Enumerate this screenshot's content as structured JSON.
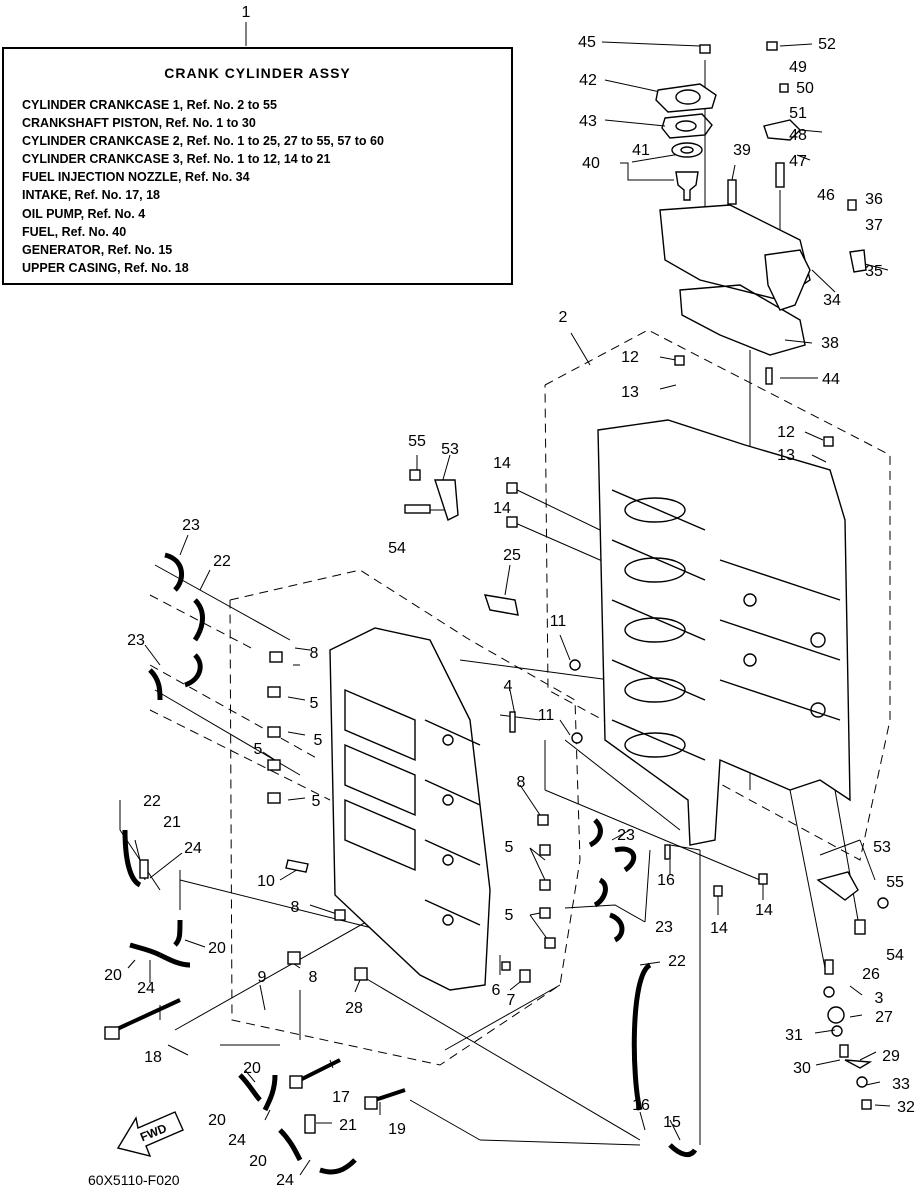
{
  "diagram": {
    "assembly_callout": "1",
    "drawing_code": "60X5110-F020",
    "fwd_label": "FWD"
  },
  "legend": {
    "title": "CRANK  CYLINDER ASSY",
    "lines": [
      "CYLINDER CRANKCASE 1, Ref. No. 2 to 55",
      "CRANKSHAFT PISTON,  Ref. No. 1 to 30",
      "CYLINDER CRANKCASE 2, Ref. No. 1 to 25, 27 to 55, 57 to 60",
      "CYLINDER CRANKCASE 3, Ref. No. 1 to 12, 14 to 21",
      "FUEL INJECTION NOZZLE, Ref. No. 34",
      "INTAKE,  Ref. No. 17, 18",
      "OIL PUMP,  Ref. No. 4",
      "FUEL,  Ref. No. 40",
      "GENERATOR,  Ref. No. 15",
      "UPPER CASING,  Ref. No. 18"
    ]
  },
  "callouts": [
    "45",
    "52",
    "49",
    "42",
    "50",
    "51",
    "43",
    "48",
    "41",
    "40",
    "39",
    "47",
    "46",
    "36",
    "37",
    "35",
    "34",
    "2",
    "38",
    "12",
    "44",
    "13",
    "12",
    "13",
    "55",
    "53",
    "14",
    "14",
    "54",
    "23",
    "22",
    "25",
    "11",
    "8",
    "23",
    "5",
    "4",
    "5",
    "11",
    "5",
    "5",
    "8",
    "22",
    "21",
    "5",
    "23",
    "24",
    "10",
    "16",
    "53",
    "55",
    "14",
    "14",
    "8",
    "5",
    "23",
    "20",
    "8",
    "22",
    "54",
    "20",
    "24",
    "9",
    "6",
    "7",
    "26",
    "3",
    "27",
    "28",
    "18",
    "31",
    "29",
    "30",
    "20",
    "17",
    "33",
    "32",
    "16",
    "20",
    "19",
    "15",
    "21",
    "24",
    "20",
    "24"
  ]
}
